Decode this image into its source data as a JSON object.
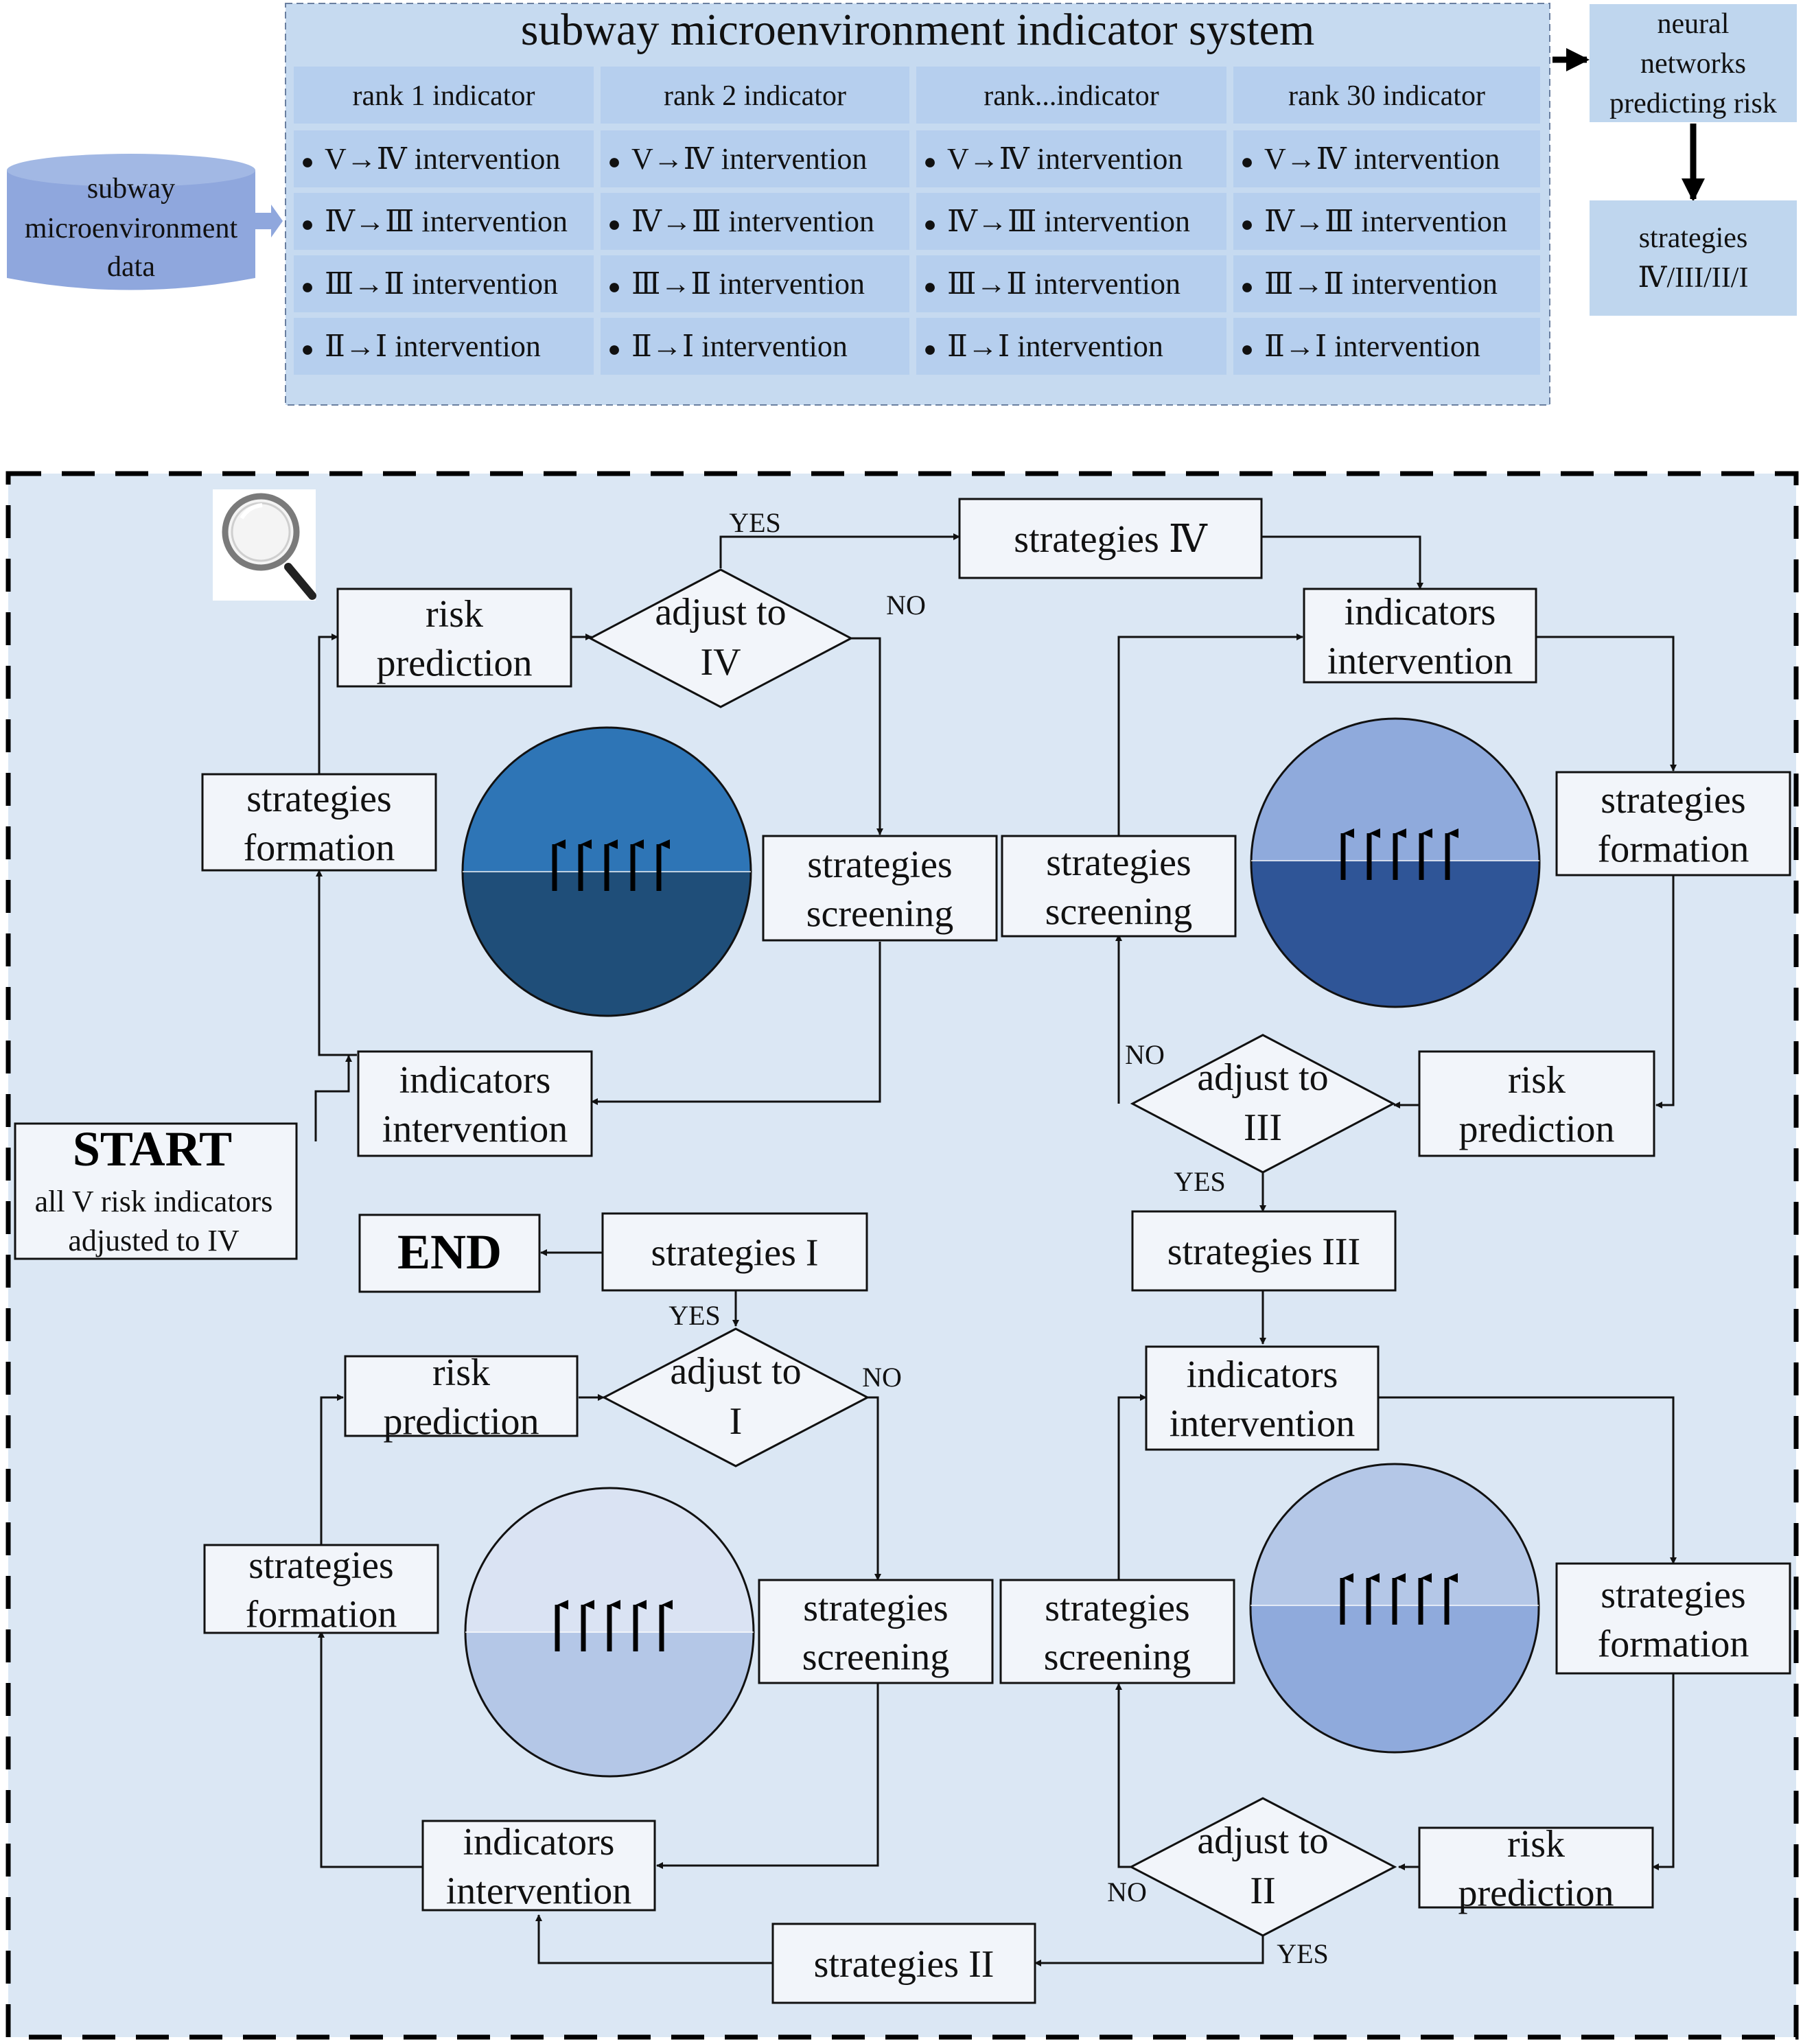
{
  "colors": {
    "panel_fill": "#dbe7f4",
    "table_fill": "#c6daf0",
    "cell_fill": "#b6cfee",
    "side_box_fill": "#bfd6ee",
    "db_fill": "#8fa7dd",
    "box_fill": "#f2f5fa",
    "stroke": "#111111",
    "dashed_border": "#111111",
    "loop1_top": "#2e75b6",
    "loop1_bottom": "#1f4e79",
    "loop2_top": "#8faadc",
    "loop2_bottom": "#2f5597",
    "loop3_top": "#dae3f3",
    "loop3_bottom": "#b4c7e7",
    "loop4_top": "#b4c7e7",
    "loop4_bottom": "#8faadc"
  },
  "top": {
    "title": "subway microenvironment indicator system",
    "database_lines": [
      "subway",
      "microenvironment",
      "data"
    ],
    "columns": [
      {
        "header": "rank 1 indicator",
        "items": [
          "V→Ⅳ intervention",
          "Ⅳ→Ⅲ intervention",
          "Ⅲ→Ⅱ intervention",
          "Ⅱ→Ⅰ intervention"
        ]
      },
      {
        "header": "rank 2 indicator",
        "items": [
          "V→Ⅳ intervention",
          "Ⅳ→Ⅲ intervention",
          "Ⅲ→Ⅱ intervention",
          "Ⅱ→Ⅰ intervention"
        ]
      },
      {
        "header": "rank...indicator",
        "items": [
          "V→Ⅳ intervention",
          "Ⅳ→Ⅲ intervention",
          "Ⅲ→Ⅱ intervention",
          "Ⅱ→Ⅰ intervention"
        ]
      },
      {
        "header": "rank 30 indicator",
        "items": [
          "V→Ⅳ intervention",
          "Ⅳ→Ⅲ intervention",
          "Ⅲ→Ⅱ intervention",
          "Ⅱ→Ⅰ intervention"
        ]
      }
    ],
    "bullet": "●",
    "neural_lines": [
      "neural",
      "networks",
      "predicting risk"
    ],
    "strategies_lines": [
      "strategies",
      "Ⅳ/III/II/I"
    ]
  },
  "start": {
    "title": "START",
    "lines": [
      "all V risk indicators",
      "adjusted to IV"
    ]
  },
  "end": {
    "title": "END"
  },
  "labels": {
    "yes": "YES",
    "no": "NO"
  },
  "loop1": {
    "risk_prediction": [
      "risk",
      "prediction"
    ],
    "decision": [
      "adjust to",
      "IV"
    ],
    "strategies_result": "strategies Ⅳ",
    "strategies_formation": [
      "strategies",
      "formation"
    ],
    "strategies_screening": [
      "strategies",
      "screening"
    ],
    "indicators_intervention": [
      "indicators",
      "intervention"
    ]
  },
  "loop2": {
    "indicators_intervention": [
      "indicators",
      "intervention"
    ],
    "strategies_formation": [
      "strategies",
      "formation"
    ],
    "risk_prediction": [
      "risk",
      "prediction"
    ],
    "decision": [
      "adjust to",
      "III"
    ],
    "strategies_screening": [
      "strategies",
      "screening"
    ],
    "strategies_result": "strategies III"
  },
  "loop3": {
    "strategies_result": "strategies I",
    "risk_prediction": [
      "risk",
      "prediction"
    ],
    "decision": [
      "adjust to",
      "I"
    ],
    "strategies_formation": [
      "strategies",
      "formation"
    ],
    "strategies_screening": [
      "strategies",
      "screening"
    ],
    "indicators_intervention": [
      "indicators",
      "intervention"
    ]
  },
  "loop4": {
    "indicators_intervention": [
      "indicators",
      "intervention"
    ],
    "strategies_formation": [
      "strategies",
      "formation"
    ],
    "strategies_screening": [
      "strategies",
      "screening"
    ],
    "decision": [
      "adjust to",
      "II"
    ],
    "risk_prediction": [
      "risk",
      "prediction"
    ],
    "strategies_result": "strategies II"
  },
  "icons": {
    "magnifier": "magnifier-icon",
    "arrows": "up-arrows-icon"
  }
}
